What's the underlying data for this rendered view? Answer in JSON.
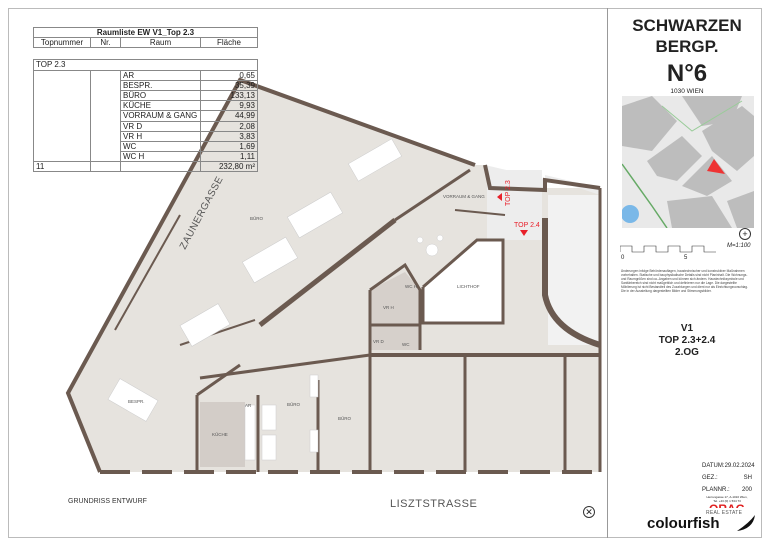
{
  "room_list": {
    "title": "Raumliste EW V1_Top 2.3",
    "headers": [
      "Topnummer",
      "Nr.",
      "Raum",
      "Fläche"
    ],
    "group": "TOP 2.3",
    "rows": [
      {
        "raum": "AR",
        "flaeche": "0,65"
      },
      {
        "raum": "BESPR.",
        "flaeche": "35,39"
      },
      {
        "raum": "BÜRO",
        "flaeche": "133,13"
      },
      {
        "raum": "KÜCHE",
        "flaeche": "9,93"
      },
      {
        "raum": "VORRAUM & GANG",
        "flaeche": "44,99"
      },
      {
        "raum": "VR D",
        "flaeche": "2,08"
      },
      {
        "raum": "VR H",
        "flaeche": "3,83"
      },
      {
        "raum": "WC",
        "flaeche": "1,69"
      },
      {
        "raum": "WC H",
        "flaeche": "1,11"
      }
    ],
    "total_count": "11",
    "total_area": "232,80 m²"
  },
  "plan": {
    "street_left": "ZAUNERGASSE",
    "street_bottom": "LISZTSTRASSE",
    "caption": "GRUNDRISS ENTWURF",
    "rooms": {
      "buero": "BÜRO",
      "bespr": "BESPR.",
      "kueche": "KÜCHE",
      "ar": "AR",
      "vrh": "VR H",
      "wch": "WC H",
      "vrd": "VR D",
      "wc": "WC",
      "lichthof": "LICHTHOF",
      "vorraum": "VORRAUM & GANG"
    },
    "top23": "TOP 2.3",
    "top24": "TOP 2.4",
    "marker_color": "#e8202a"
  },
  "project": {
    "name_line1": "SCHWARZEN",
    "name_line2": "BERGP.",
    "number": "N°6",
    "city": "1030 WIEN",
    "scale": "M=1:100",
    "scale_ticks": [
      "0",
      "5"
    ],
    "disclaimer": "Änderungen infolge Behördenauflagen, haustechnischer und konstruktiver Maßnahmen vorbehalten. Statische und bauphysikalische Details sind nicht Planinhalt. Die Wohnungs- und Raumgrößen sind ca.-Angaben und können sich ändern. Haustechniksymbole und Sanitärbereich sind nicht maßgeblich und definieren nur die Lage. Die dargestellte Möblierung ist nicht Bestandteil des Zuzahlungen und dient nur als Einrichtungsvorschlag. Die in der Ausstellung dargestellten Bilder und Stimmungsbilder.",
    "variant": "V1",
    "tops": "TOP 2.3+2.4",
    "floor": "2.OG"
  },
  "meta": {
    "datum_label": "DATUM:",
    "datum": "29.02.2024",
    "gez_label": "GEZ.:",
    "gez": "SH",
    "plannr_label": "PLANNR.:",
    "plannr": "200",
    "address": "Herrengasse 17, A-1010 Wien,",
    "tel": "Tel. +43 (0) 1 534 73"
  },
  "logos": {
    "orag": "ORAG",
    "real_estate": "REAL ESTATE",
    "colourfish": "colourfish"
  }
}
